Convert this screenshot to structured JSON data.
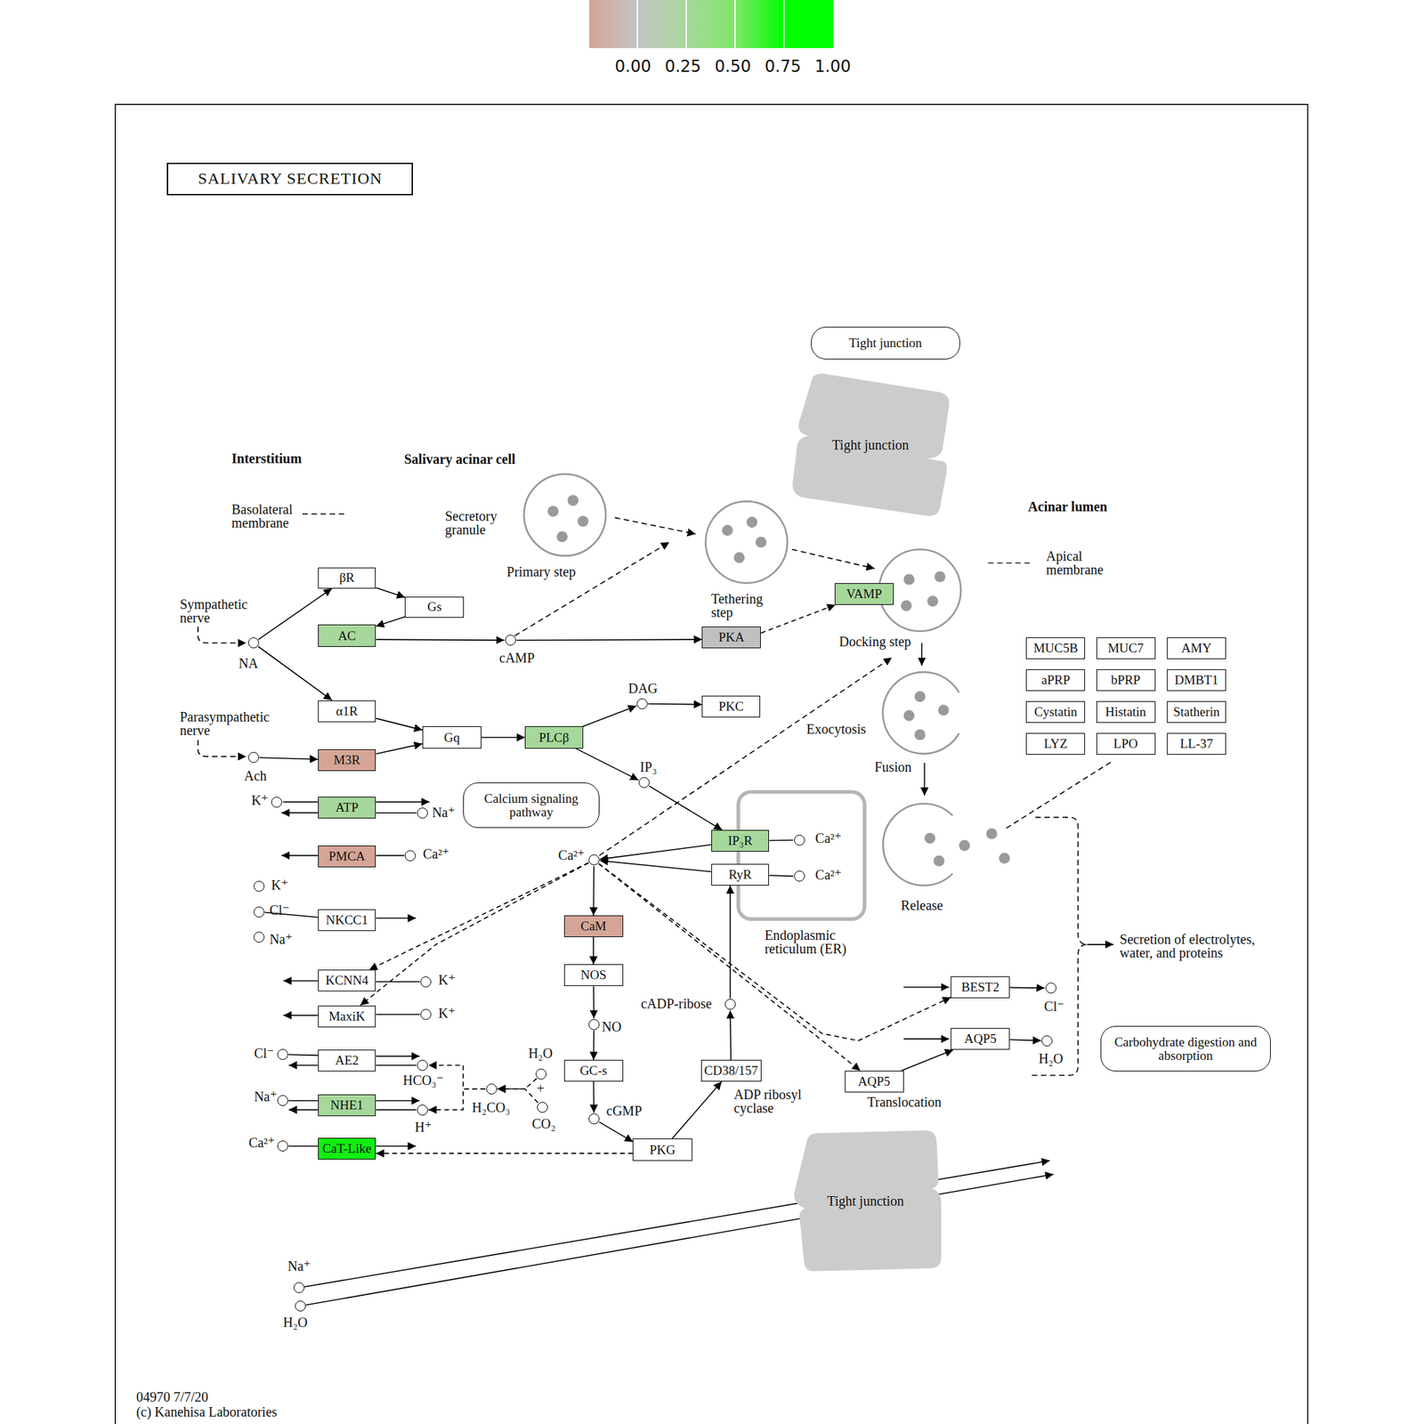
{
  "diagram": {
    "title": "SALIVARY SECRETION",
    "nodes": [
      {
        "text": [
          "Tight junction"
        ]
      },
      {
        "text": [
          "Tight junction"
        ]
      },
      {
        "text": [
          "βR"
        ]
      },
      {
        "text": [
          "Gs"
        ]
      },
      {
        "text": [
          "VAMP"
        ]
      },
      {
        "text": [
          "AC"
        ]
      },
      {
        "text": [
          "PKA"
        ]
      },
      {
        "text": [
          "NA"
        ]
      },
      {
        "text": [
          "cAMP"
        ]
      },
      {
        "text": [
          "MUC5B"
        ]
      },
      {
        "text": [
          "MUC7"
        ]
      },
      {
        "text": [
          "AMY"
        ]
      },
      {
        "text": [
          "aPRP"
        ]
      },
      {
        "text": [
          "bPRP"
        ]
      },
      {
        "text": [
          "DMBT1"
        ]
      },
      {
        "text": [
          "Cystatin"
        ]
      },
      {
        "text": [
          "Histatin"
        ]
      },
      {
        "text": [
          "Statherin"
        ]
      },
      {
        "text": [
          "LYZ"
        ]
      },
      {
        "text": [
          "LPO"
        ]
      },
      {
        "text": [
          "LL-37"
        ]
      },
      {
        "text": [
          "DAG"
        ]
      },
      {
        "text": [
          "PKC"
        ]
      },
      {
        "text": [
          "α1R"
        ]
      },
      {
        "text": [
          "Gq"
        ]
      },
      {
        "text": [
          "PLCβ"
        ]
      },
      {
        "text": [
          "Ach"
        ]
      },
      {
        "text": [
          "M3R"
        ]
      },
      {
        "text": [
          "IP₃"
        ]
      },
      {
        "text": [
          "K⁺"
        ]
      },
      {
        "text": [
          "ATP"
        ]
      },
      {
        "text": [
          "Na⁺"
        ]
      },
      {
        "text": [
          "Calcium signaling pathway"
        ]
      },
      {
        "text": [
          "IP₃R"
        ]
      },
      {
        "text": [
          "Ca²⁺"
        ]
      },
      {
        "text": [
          "PMCA"
        ]
      },
      {
        "text": [
          "Ca²⁺"
        ]
      },
      {
        "text": [
          "Ca²⁺"
        ]
      },
      {
        "text": [
          "RyR"
        ]
      },
      {
        "text": [
          "Ca²⁺"
        ]
      },
      {
        "text": [
          "K⁺"
        ]
      },
      {
        "text": [
          "Cl⁻"
        ]
      },
      {
        "text": [
          "NKCC1"
        ]
      },
      {
        "text": [
          "CaM"
        ]
      },
      {
        "text": [
          "Na⁺"
        ]
      },
      {
        "text": [
          "KCNN4"
        ]
      },
      {
        "text": [
          "K⁺"
        ]
      },
      {
        "text": [
          "NOS"
        ]
      },
      {
        "text": [
          "cADP-ribose"
        ]
      },
      {
        "text": [
          "BEST2"
        ]
      },
      {
        "text": [
          "Cl⁻"
        ]
      },
      {
        "text": [
          "MaxiK"
        ]
      },
      {
        "text": [
          "K⁺"
        ]
      },
      {
        "text": [
          "NO"
        ]
      },
      {
        "text": [
          "AQP5"
        ]
      },
      {
        "text": [
          "H₂O"
        ]
      },
      {
        "text": [
          "Carbohydrate digestion and absorption"
        ]
      },
      {
        "text": [
          "Cl⁻"
        ]
      },
      {
        "text": [
          "AE2"
        ]
      },
      {
        "text": [
          "HCO₃⁻"
        ]
      },
      {
        "text": [
          "H₂O"
        ]
      },
      {
        "text": [
          "GC-s"
        ]
      },
      {
        "text": [
          "CD38/157"
        ]
      },
      {
        "text": [
          "AQP5"
        ]
      },
      {
        "text": [
          "H₂CO₃"
        ]
      },
      {
        "text": [
          "CO₂"
        ]
      },
      {
        "text": [
          "Na⁺"
        ]
      },
      {
        "text": [
          "NHE1"
        ]
      },
      {
        "text": [
          "H⁺"
        ]
      },
      {
        "text": [
          "cGMP"
        ]
      },
      {
        "text": [
          "Ca²⁺"
        ]
      },
      {
        "text": [
          "CaT-Like"
        ]
      },
      {
        "text": [
          "PKG"
        ]
      },
      {
        "text": [
          "Tight junction"
        ]
      },
      {
        "text": [
          "Na⁺"
        ]
      },
      {
        "text": [
          "H₂O"
        ]
      }
    ],
    "edges": [
      {
        "from": 7,
        "to": 2,
        "arrow": "to"
      },
      {
        "from": 7,
        "to": 23,
        "arrow": "to"
      },
      {
        "from": 2,
        "to": 3,
        "arrow": "to"
      },
      {
        "from": 3,
        "to": 5,
        "arrow": "to"
      },
      {
        "from": 5,
        "to": 8,
        "arrow": "to"
      },
      {
        "from": 8,
        "to": 6,
        "arrow": "to"
      },
      {
        "from": 6,
        "to": 4,
        "arrow": "to"
      },
      {
        "from": 23,
        "to": 24,
        "arrow": "to"
      },
      {
        "from": 26,
        "to": 27,
        "arrow": "to"
      },
      {
        "from": 27,
        "to": 24,
        "arrow": "to"
      },
      {
        "from": 24,
        "to": 25,
        "arrow": "to"
      },
      {
        "from": 25,
        "to": 21,
        "arrow": "to"
      },
      {
        "from": 25,
        "to": 28,
        "arrow": "to"
      },
      {
        "from": 21,
        "to": 22,
        "arrow": "to"
      },
      {
        "from": 28,
        "to": 33,
        "arrow": "to"
      },
      {
        "from": 34,
        "to": 33,
        "arrow": "none"
      },
      {
        "from": 33,
        "to": 37,
        "arrow": "to"
      },
      {
        "from": 39,
        "to": 38,
        "arrow": "none"
      },
      {
        "from": 38,
        "to": 37,
        "arrow": "to"
      },
      {
        "from": 37,
        "to": 43,
        "arrow": "to"
      },
      {
        "from": 43,
        "to": 47,
        "arrow": "to"
      },
      {
        "from": 47,
        "to": 53,
        "arrow": "to"
      },
      {
        "from": 53,
        "to": 61,
        "arrow": "to"
      },
      {
        "from": 61,
        "to": 69,
        "arrow": "to"
      },
      {
        "from": 69,
        "to": 72,
        "arrow": "to"
      },
      {
        "from": 72,
        "to": 62,
        "arrow": "to"
      },
      {
        "from": 62,
        "to": 48,
        "arrow": "to"
      },
      {
        "from": 48,
        "to": 38,
        "arrow": "to"
      },
      {
        "from": 72,
        "to": 71,
        "arrow": "to"
      },
      {
        "from": 37,
        "to": 45,
        "arrow": "to"
      },
      {
        "from": 37,
        "to": 51,
        "arrow": "to"
      },
      {
        "from": 37,
        "to": 63,
        "arrow": "to"
      },
      {
        "from": 37,
        "to": 49,
        "arrow": "to"
      },
      {
        "from": 63,
        "to": 54,
        "arrow": "to"
      },
      {
        "from": 49,
        "to": 50,
        "arrow": "to"
      },
      {
        "from": 54,
        "to": 55,
        "arrow": "to"
      },
      {
        "from": 29,
        "to": 30,
        "arrow": "none"
      },
      {
        "from": 31,
        "to": 30,
        "arrow": "none"
      },
      {
        "from": 36,
        "to": 35,
        "arrow": "none"
      },
      {
        "from": 41,
        "to": 42,
        "arrow": "none"
      },
      {
        "from": 46,
        "to": 45,
        "arrow": "none"
      },
      {
        "from": 52,
        "to": 51,
        "arrow": "none"
      },
      {
        "from": 57,
        "to": 58,
        "arrow": "none"
      },
      {
        "from": 59,
        "to": 58,
        "arrow": "none"
      },
      {
        "from": 66,
        "to": 67,
        "arrow": "none"
      },
      {
        "from": 68,
        "to": 67,
        "arrow": "none"
      },
      {
        "from": 70,
        "to": 71,
        "arrow": "none"
      },
      {
        "from": 60,
        "to": 64,
        "arrow": "to"
      },
      {
        "from": 65,
        "to": 64,
        "arrow": "to"
      },
      {
        "from": 64,
        "to": 59,
        "arrow": "to"
      },
      {
        "from": 64,
        "to": 68,
        "arrow": "to"
      }
    ],
    "labels": [
      "Interstitium",
      "Salivary acinar cell",
      "Basolateral membrane",
      "Secretory granule",
      "Primary step",
      "Tethering step",
      "Docking step",
      "Acinar lumen",
      "Apical membrane",
      "Sympathetic nerve",
      "Parasympathetic nerve",
      "Exocytosis",
      "Fusion",
      "Release",
      "Endoplasmic reticulum (ER)",
      "Secretion of electrolytes, water, and proteins",
      "ADP ribosyl cyclase",
      "Translocation",
      "+",
      "04970 7/7/20",
      "(c) Kanehisa Laboratories"
    ],
    "legend": [
      {
        "text": "0.00",
        "color": "#d5a597"
      },
      {
        "text": "0.25",
        "color": "#c4c4c4"
      },
      {
        "text": "0.50",
        "color": "#a8d89a"
      },
      {
        "text": "0.75",
        "color": "#7fe66a"
      },
      {
        "text": "1.00",
        "color": "#00ff00"
      }
    ]
  }
}
